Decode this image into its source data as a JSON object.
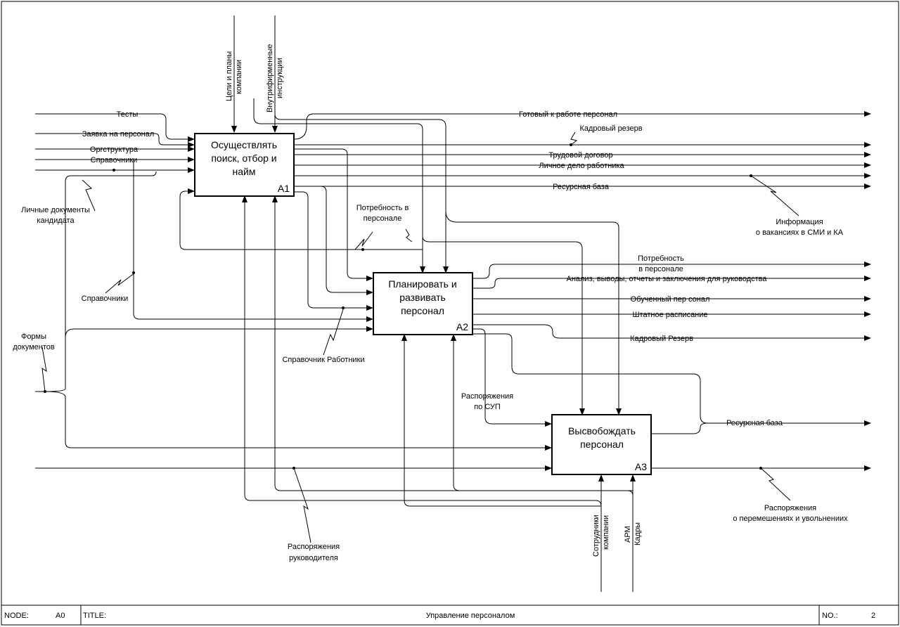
{
  "boxes": [
    {
      "id": "A1",
      "lines": [
        "Осуществлять",
        "поиск, отбор и",
        "найм"
      ],
      "node": "A1"
    },
    {
      "id": "A2",
      "lines": [
        "Планировать и",
        "развивать",
        "персонал"
      ],
      "node": "A2"
    },
    {
      "id": "A3",
      "lines": [
        "Высвобождать",
        "персонал"
      ],
      "node": "A3"
    }
  ],
  "labels": {
    "testy": "Тесты",
    "zayavka": "Заявка на персонал",
    "orgstruktura": "Оргструктура",
    "spravochniki_top": "Справочники",
    "lichnye_docs_1": "Личные документы",
    "lichnye_docs_2": "кандидата",
    "spravochniki_mid": "Справочники",
    "formy_1": "Формы",
    "formy_2": "документов",
    "tseli_1": "Цели и планы",
    "tseli_2": "компании",
    "vnutr_1": "Внутрифирменные",
    "vnutr_2": "инструкции",
    "gotovy": "Готовый к работе персонал",
    "kadrovy_rezerv": "Кадровый резерв",
    "trudovoy": "Трудовой договор",
    "lichnoe_delo": "Личное дело работника",
    "resursnaya_1": "Ресурсная база",
    "informatsiya_1": "Информация",
    "informatsiya_2": "о вакансиях в СМИ и КА",
    "potrebnost_in_1": "Потребность в",
    "potrebnost_in_2": "персонале",
    "potrebnost_out_1": "Потребность",
    "potrebnost_out_2": "в персонале",
    "analiz": "Анализ, выводы, отчеты и заключения для руководства",
    "obucheny": "Обученный пер сонал",
    "shtatnoe": "Штатное расписание",
    "kadrovy_rezerv_2": "Кадровый Резерв",
    "spravochnik_rab": "Справочник Работники",
    "rasp_sup_1": "Распоряжения",
    "rasp_sup_2": "по СУП",
    "resursnaya_2": "Ресурсная база",
    "rasp_ruk_1": "Распоряжения",
    "rasp_ruk_2": "руководителя",
    "rasp_per_1": "Распоряжения",
    "rasp_per_2": "о перемешениях и увольнениих",
    "sotrudniki_1": "Сотрудники",
    "sotrudniki_2": "компании",
    "arm_1": "АРМ",
    "arm_2": "Кадры"
  },
  "footer": {
    "node_label": "NODE:",
    "node_value": "A0",
    "title_label": "TITLE:",
    "title_value": "Управление персоналом",
    "no_label": "NO.:",
    "no_value": "2"
  }
}
